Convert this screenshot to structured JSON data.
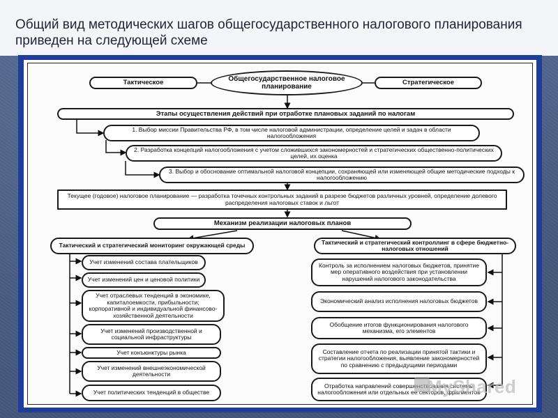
{
  "heading": "Общий вид методических шагов общегосударственного налогового планирования приведен на следующей схеме",
  "diagram": {
    "center": "Общегосударственное налоговое планирование",
    "tactical": "Тактическое",
    "strategic": "Стратегическое",
    "stages_header": "Этапы осуществления действий при отработке плановых заданий по налогам",
    "step1": "1. Выбор миссии Правительства РФ, в том числе налоговой администрации, определение целей и задач в области налогообложения",
    "step2": "2. Разработка концепций налогообложения с учетом сложившихся закономерностей и стратегических общественно-политических целей, их оценка",
    "step3": "3. Выбор и обоснование оптимальной налоговой концепции, сохраняющей или изменяющей общие методические подходы к налогообложению",
    "current": "Текущее (годовое) налоговое планирование — разработка точечных контрольных заданий в разрезе бюджетов различных уровней, определение долевого распределения налоговых ставок и льгот",
    "mechanism": "Механизм реализации налоговых планов",
    "monitoring": "Тактический и стратегический мониторинг окружающей среды",
    "controlling": "Тактический и стратегический контроллинг в сфере бюджетно-налоговых отношений",
    "left_items": [
      "Учет изменений состава плательщиков",
      "Учет изменений цен и ценовой политики",
      "Учет отраслевых тенденций в экономике, капиталоемкости, прибыльности; корпоративной и индивидуальной финансово-хозяйственной деятельности",
      "Учет изменений производственной и социальной инфраструктуры",
      "Учет конъюнктуры рынка",
      "Учет изменений внешнеэкономической деятельности",
      "Учет политических тенденций в обществе"
    ],
    "right_items": [
      "Контроль за исполнением налоговых бюджетов, принятие мер оперативного воздействия при установлении нарушений налогового законодательства",
      "Экономический анализ исполнения налоговых бюджетов",
      "Обобщение итогов функционирования налогового механизма, его элементов",
      "Составление отчета по реализации принятой тактики и стратегии налогообложения, выявление закономерностей по сравнению с предыдущими периодами",
      "Отработка направлений совершенствования системы налогообложения или отдельных ее секторов, фрагментов"
    ]
  },
  "watermark": "MyShared"
}
